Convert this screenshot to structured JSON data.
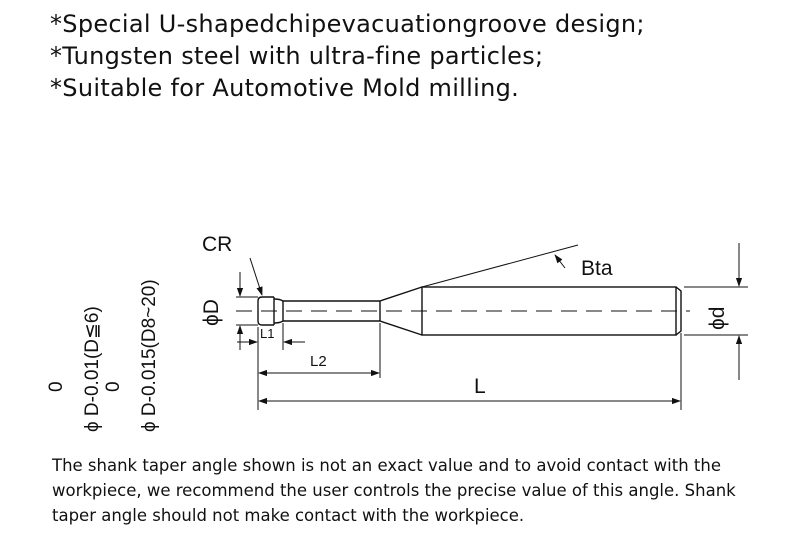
{
  "features": [
    "*Special U-shapedchipevacuationgroove design;",
    "*Tungsten steel with ultra-fine particles;",
    "*Suitable for Automotive Mold milling."
  ],
  "diagram": {
    "labels": {
      "cr": "CR",
      "bta": "Bta",
      "phi_D": "ϕD",
      "phi_d": "ϕd",
      "l1": "L1",
      "l2": "L2",
      "l": "L"
    },
    "tolerances": [
      {
        "upper": "0",
        "lower": "ϕ D-0.01(D≦6)"
      },
      {
        "upper": "0",
        "lower": "ϕ D-0.015(D8~20)"
      }
    ]
  },
  "note": "The shank taper angle shown is not an exact value and to avoid contact with the workpiece, we recommend the user controls the precise value of this angle. Shank taper angle should not make contact with the workpiece."
}
